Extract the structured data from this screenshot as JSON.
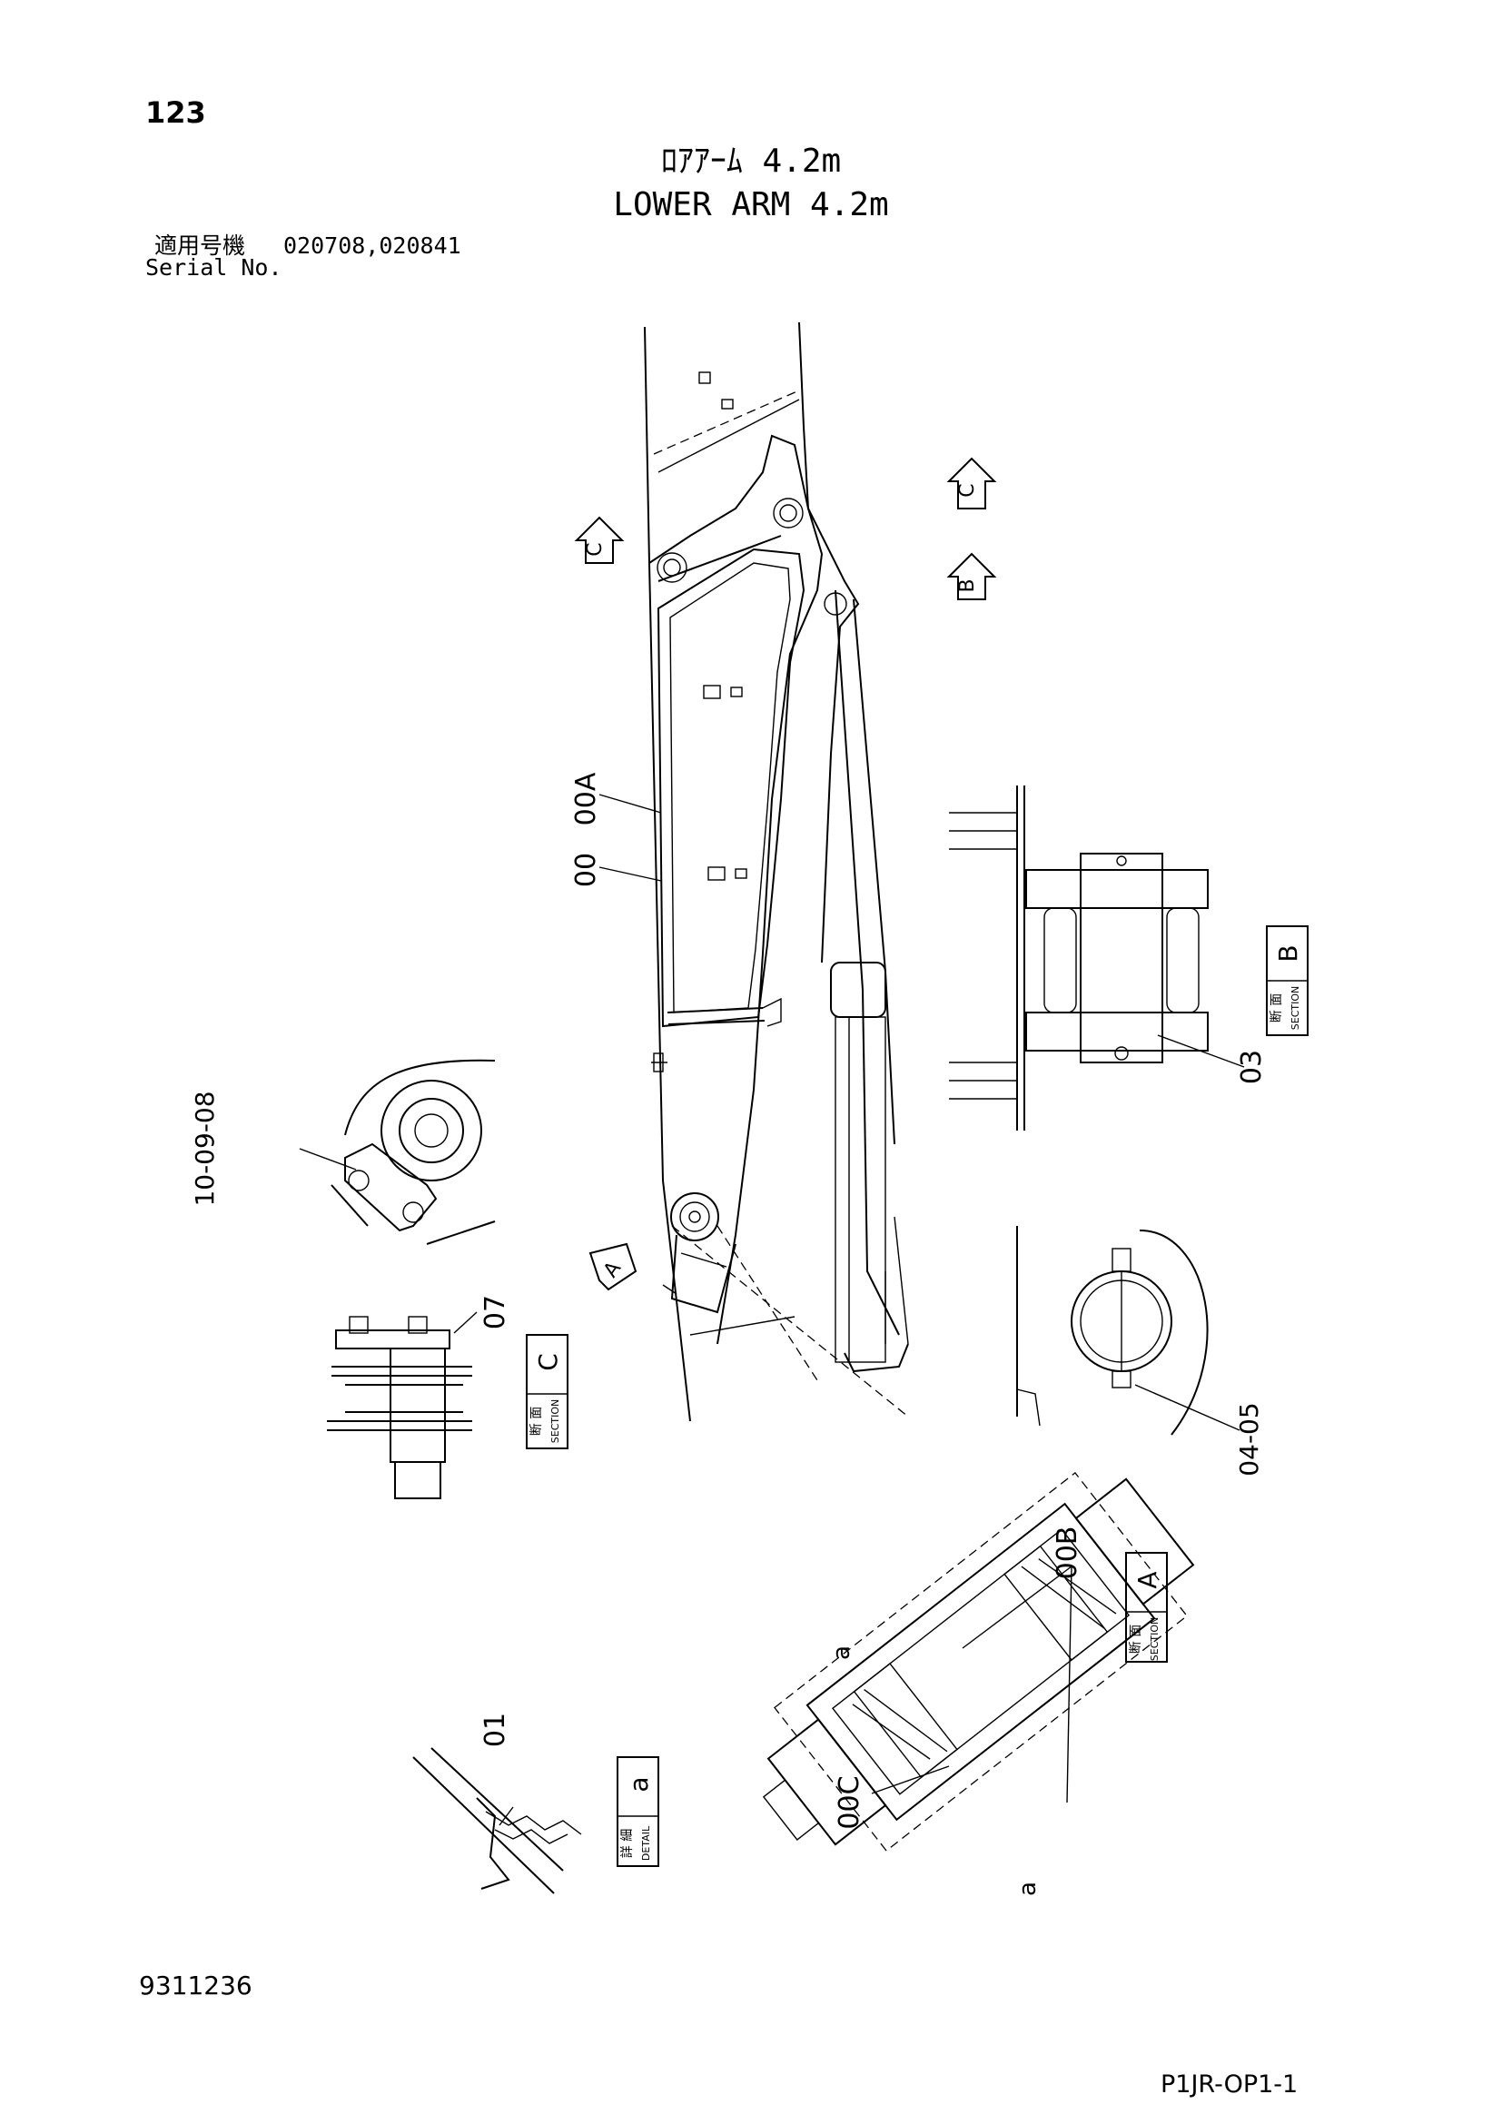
{
  "header": {
    "page_number": "123",
    "title_jp": "ﾛｱｱｰﾑ 4.2m",
    "title_en": "LOWER ARM 4.2m",
    "serial_label_jp": "適用号機",
    "serial_values": "020708,020841",
    "serial_label_en": "Serial No."
  },
  "part_callouts": {
    "p00A": "00A",
    "p00": "00",
    "p03": "03",
    "p10_09_08": "10-09-08",
    "p07": "07",
    "p04_05": "04-05",
    "p00B": "00B",
    "p00C": "00C",
    "p01": "01",
    "a1": "a",
    "a2": "a"
  },
  "view_arrows": {
    "c_left": "C",
    "c_right": "C",
    "b_right": "B",
    "a_left": "A"
  },
  "section_labels": {
    "section_b": {
      "kanji": "断 面",
      "word": "SECTION",
      "letter": "B"
    },
    "section_c": {
      "kanji": "断 面",
      "word": "SECTION",
      "letter": "C"
    },
    "section_a": {
      "kanji": "断 面",
      "word": "SECTION",
      "letter": "A"
    },
    "detail_a": {
      "kanji": "詳 細",
      "word": "DETAIL",
      "letter": "a"
    }
  },
  "footer": {
    "document_number": "9311236",
    "drawing_code": "P1JR-OP1-1"
  }
}
